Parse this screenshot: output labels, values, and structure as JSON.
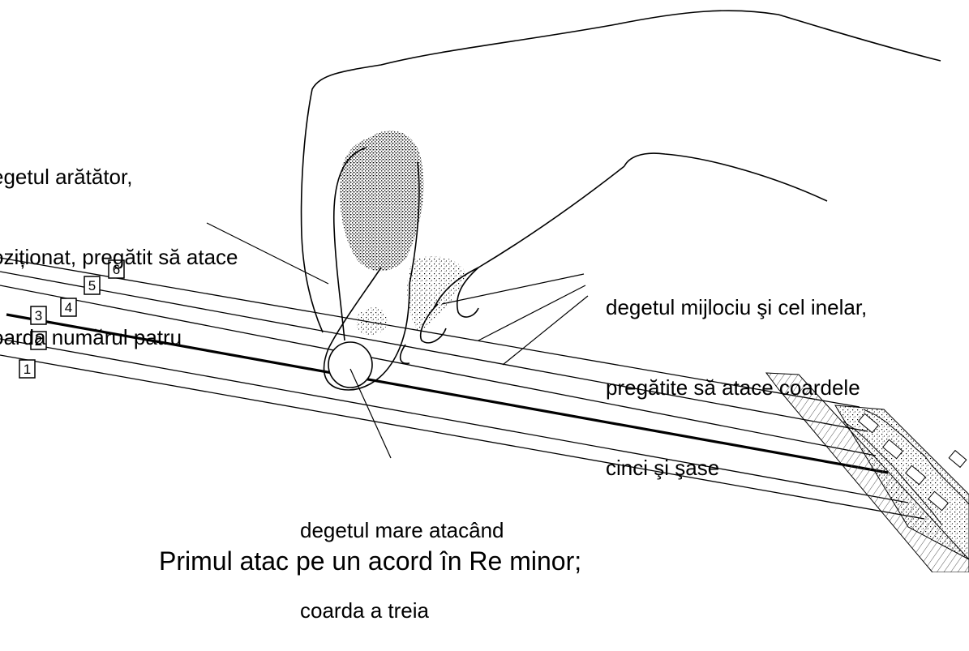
{
  "labels": {
    "index_finger": [
      "egetul arătător,",
      "oziționat, pregătit să atace",
      "oarda numărul patru"
    ],
    "middle_ring_fingers": [
      "degetul mijlociu şi cel inelar,",
      "pregătite să atace coardele",
      "cinci şi şase"
    ],
    "thumb": [
      "degetul mare atacând",
      "coarda a treia"
    ]
  },
  "caption": "Primul atac pe un acord în Re minor;",
  "string_numbers": [
    "1",
    "2",
    "3",
    "4",
    "5",
    "6"
  ]
}
